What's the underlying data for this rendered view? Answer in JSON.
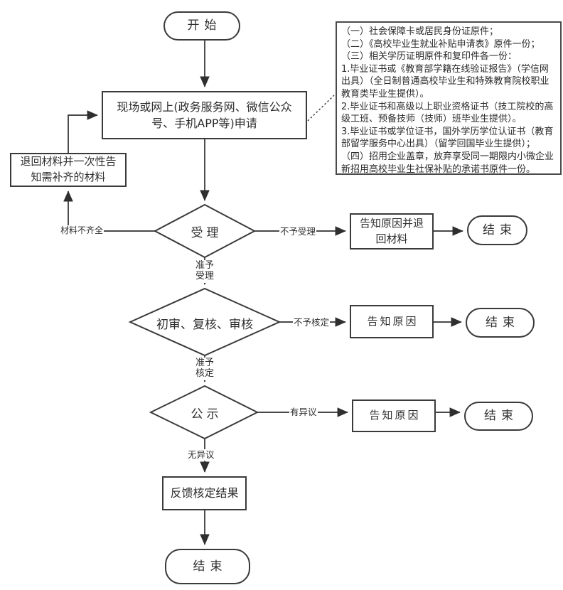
{
  "diagram": {
    "nodes": {
      "start": "开始",
      "apply": "现场或网上(政务服务网、微信公众号、手机APP等)申请",
      "return_materials": "退回材料并一次性告知需补齐的材料",
      "accept": "受理",
      "notify_return": "告知原因并退回材料",
      "end1": "结束",
      "review": "初审、复核、审核",
      "notify2": "告知原因",
      "end2": "结束",
      "publicity": "公示",
      "notify3": "告知原因",
      "end3": "结束",
      "feedback": "反馈核定结果",
      "end_final": "结束"
    },
    "edge_labels": {
      "materials_incomplete": "材料不齐全",
      "not_accepted": "不予受理",
      "accepted": "准予受理",
      "not_approved": "不予核定",
      "approved": "准予核定",
      "objection": "有异议",
      "no_objection": "无异议"
    },
    "notes_lines": [
      "（一）社会保障卡或居民身份证原件；",
      "（二）《高校毕业生就业补贴申请表》原件一份；",
      "（三）相关学历证明原件和复印件各一份：",
      "1.毕业证书或《教育部学籍在线验证报告》（学信网出具）（全日制普通高校毕业生和特殊教育院校职业教育类毕业生提供）。",
      "2.毕业证书和高级以上职业资格证书（技工院校的高级工班、预备技师（技师）班毕业生提供）。",
      "3.毕业证书或学位证书，国外学历学位认证书（教育部留学服务中心出具）（留学回国毕业生提供）；",
      "（四）招用企业盖章，放弃享受同一期限内小微企业新招用高校毕业生社保补贴的承诺书原件一份。"
    ],
    "colors": {
      "line": "#2f2f2f",
      "border": "#3a3a3a",
      "text": "#2e2e2e",
      "background": "#ffffff"
    }
  }
}
